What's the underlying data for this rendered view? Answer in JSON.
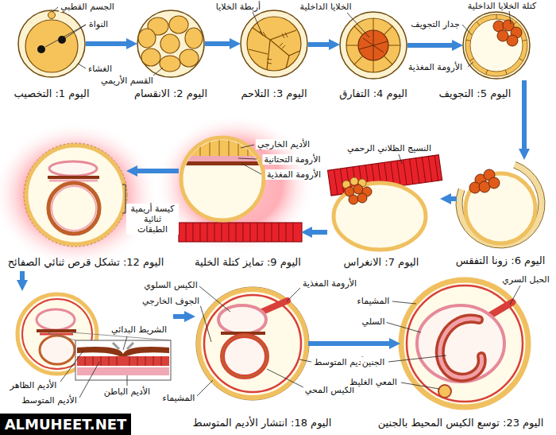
{
  "diagram": {
    "nodes": [
      {
        "text": [
          "اليوم 1: التخصيب"
        ]
      },
      {
        "text": [
          "اليوم 2: الانقسام"
        ]
      },
      {
        "text": [
          "اليوم 3: التلاحم"
        ]
      },
      {
        "text": [
          "اليوم 4: التفارق"
        ]
      },
      {
        "text": [
          "اليوم 5: التجويف"
        ]
      },
      {
        "text": [
          "اليوم 6: زونا التفقس"
        ]
      },
      {
        "text": [
          "اليوم 7: الانغراس"
        ]
      },
      {
        "text": [
          "اليوم 9: تمايز كتلة الخلية"
        ]
      },
      {
        "text": [
          "اليوم 12: تشكل قرص ثنائي الصفائح"
        ]
      },
      {
        "text": [
          "اليوم 18: انتشار الأديم المتوسط"
        ]
      },
      {
        "text": [
          "اليوم 23: توسع الكيس المحيط بالجنين"
        ]
      }
    ],
    "edges": [
      {
        "from": 0,
        "to": 1,
        "arrow": "to"
      },
      {
        "from": 1,
        "to": 2,
        "arrow": "to"
      },
      {
        "from": 2,
        "to": 3,
        "arrow": "to"
      },
      {
        "from": 3,
        "to": 4,
        "arrow": "to"
      },
      {
        "from": 4,
        "to": 5,
        "arrow": "to"
      },
      {
        "from": 5,
        "to": 6,
        "arrow": "to"
      },
      {
        "from": 6,
        "to": 7,
        "arrow": "to"
      },
      {
        "from": 7,
        "to": 8,
        "arrow": "to"
      },
      {
        "from": 9,
        "to": 10,
        "arrow": "to"
      }
    ],
    "labels": [
      "الجسم القطبي",
      "النواة",
      "الغشاء",
      "القسم الأريمي",
      "أربطة الخلايا",
      "الخلايا الداخلية",
      "كتلة الخلايا الداخلية",
      "جدار التجويف",
      "الأرومة المغذية",
      "النسيج الظلاني الرحمي",
      "الأديم الخارجي",
      "الأرومة التحتانية",
      "الأرومة المغذية",
      "كيسة أريمية ثنائية الطبقات",
      "الشريط البدائي",
      "الأديم الظاهر",
      "الأديم المتوسط",
      "الأديم الباطن",
      "الكيس السلوي",
      "الجوف الخارجي",
      "الأرومة المغذية",
      "الأديم المتوسط",
      "الكيس المحي",
      "المشيماء",
      "الحبل السري",
      "المشيماء",
      "السلي",
      "الجنين",
      "المعي الغليظ",
      "ALMUHEET.NET"
    ]
  }
}
